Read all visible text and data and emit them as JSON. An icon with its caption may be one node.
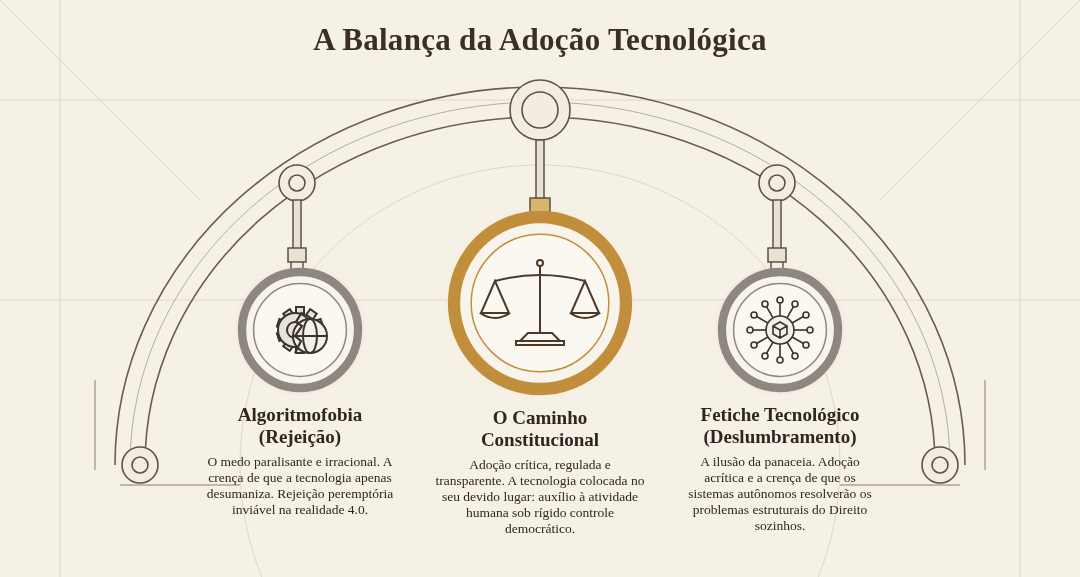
{
  "diagram": {
    "title": "A Balança da Adoção Tecnológica",
    "nodes": [
      {
        "text": [
          "Algoritmofobia (Rejeição)",
          "O medo paralisante e irracional. A crença de que a tecnologia apenas desumaniza. Rejeição peremptória inviável na realidade 4.0."
        ]
      },
      {
        "text": [
          "O Caminho Constitucional",
          "Adoção crítica, regulada e transparente. A tecnologia colocada no seu devido lugar: auxílio à atividade humana sob rígido controle democrático."
        ]
      },
      {
        "text": [
          "Fetiche Tecnológico (Deslumbramento)",
          "A ilusão da panaceia. Adoção acrítica e a crença de que os sistemas autônomos resolverão os problemas estruturais do Direito sozinhos."
        ]
      }
    ],
    "edges": []
  }
}
